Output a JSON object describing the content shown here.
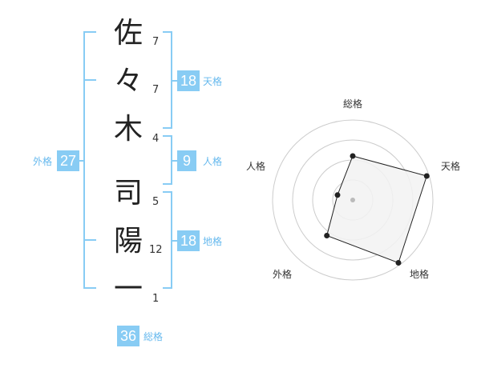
{
  "name": {
    "chars": [
      {
        "char": "佐",
        "strokes": "7"
      },
      {
        "char": "々",
        "strokes": "7"
      },
      {
        "char": "木",
        "strokes": "4"
      },
      {
        "char": "司",
        "strokes": "5"
      },
      {
        "char": "陽",
        "strokes": "12"
      },
      {
        "char": "一",
        "strokes": "1"
      }
    ]
  },
  "kaku": {
    "tenkaku": {
      "value": "18",
      "label": "天格"
    },
    "jinkaku": {
      "value": "9",
      "label": "人格"
    },
    "chikaku": {
      "value": "18",
      "label": "地格"
    },
    "gaikaku": {
      "value": "27",
      "label": "外格"
    },
    "soukaku": {
      "value": "36",
      "label": "総格"
    }
  },
  "colors": {
    "accent": "#88ccf4",
    "bracket": "#88ccf4",
    "radar_fill": "#f2f2f2"
  },
  "chart_data": {
    "type": "radar",
    "axes": [
      "総格",
      "天格",
      "地格",
      "外格",
      "人格"
    ],
    "values": [
      0.55,
      0.97,
      0.97,
      0.55,
      0.2
    ],
    "rings": 4
  }
}
